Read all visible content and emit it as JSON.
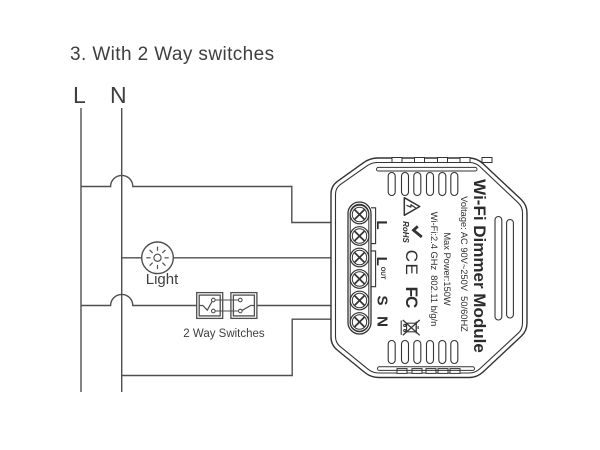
{
  "title": "3. With 2 Way switches",
  "supply": {
    "live": "L",
    "neutral": "N"
  },
  "components": {
    "light_label": "Light",
    "switches_label": "2 Way Switches"
  },
  "module": {
    "name": "Wi-Fi Dimmer Module",
    "terminals": {
      "l": "L",
      "l_out": "L",
      "l_out_sup": "OUT",
      "s": "S",
      "n": "N"
    },
    "specs": {
      "wifi": "Wi-Fi:2.4 GHz  802.11 b/g/n",
      "max_power": "Max Power:150W",
      "voltage": "Voltage: AC 90V~250V  50/60HZ"
    },
    "marks": {
      "rohs": "RoHS",
      "ce": "CE",
      "fcc": "FC"
    },
    "icons": [
      "warning-lightning-icon",
      "check-icon",
      "weee-crossed-bin-icon"
    ]
  },
  "colors": {
    "wire": "#4f4f4f",
    "module_ink": "#333333",
    "text": "#3f3f3f",
    "background": "#ffffff"
  }
}
